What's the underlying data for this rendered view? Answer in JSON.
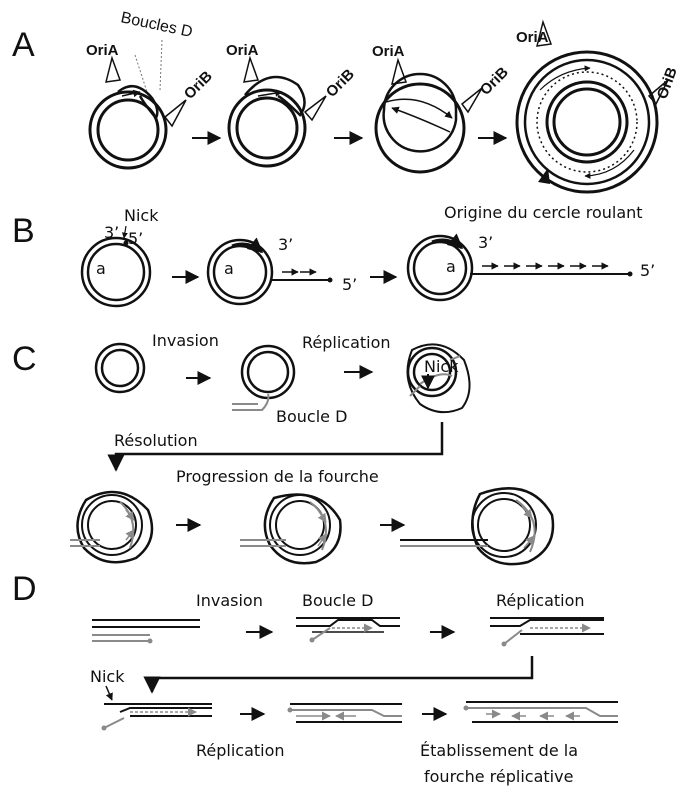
{
  "panels": [
    "A",
    "B",
    "C",
    "D"
  ],
  "panel_a": {
    "boucles": "Boucles D",
    "oria": "OriA",
    "orib": "OriB",
    "origine": "Origine du cercle roulant"
  },
  "panel_b": {
    "nick": "Nick",
    "three_prime": "3’",
    "five_prime": "5’",
    "a": "a"
  },
  "panel_c": {
    "invasion": "Invasion",
    "replication": "Réplication",
    "nick": "Nick",
    "boucle": "Boucle D",
    "resolution": "Résolution",
    "progression": "Progression de la fourche"
  },
  "panel_d": {
    "invasion": "Invasion",
    "boucle": "Boucle D",
    "replication_top": "Réplication",
    "nick": "Nick",
    "replication_bottom": "Réplication",
    "etablissement_1": "Établissement de la",
    "etablissement_2": "fourche réplicative"
  }
}
